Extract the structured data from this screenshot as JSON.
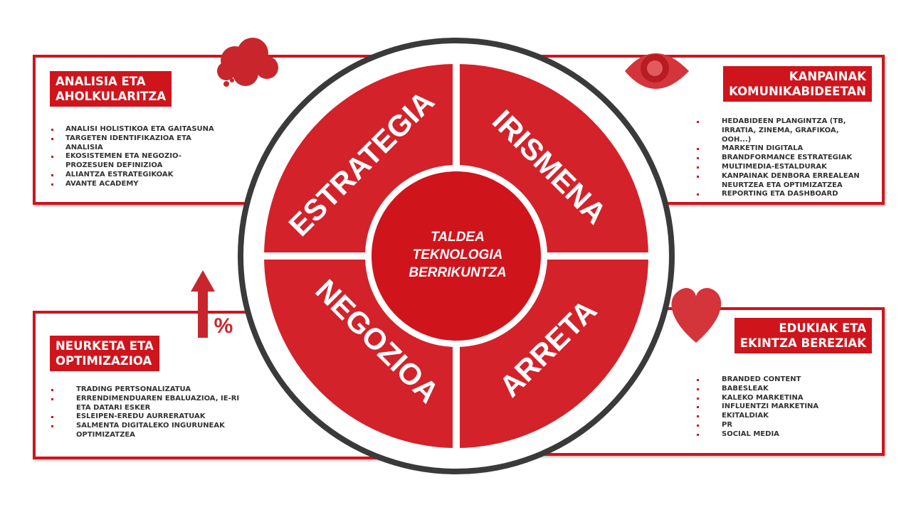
{
  "center": {
    "lines": [
      "TALDEA",
      "TEKNOLOGIA",
      "BERRIKUNTZA"
    ]
  },
  "quadrants": {
    "top_left": "ESTRATEGIA",
    "top_right": "IRISMENA",
    "bottom_left": "NEGOZIOA",
    "bottom_right": "ARRETA"
  },
  "boxes": {
    "top_left": {
      "title": "ANALISIA ETA\nAHOLKULARITZA",
      "icon": "thought-cloud-icon",
      "items": [
        "ANALISI HOLISTIKOA ETA GAITASUNA",
        "TARGETEN IDENTIFIKAZIOA ETA ANALISIA",
        "EKOSISTEMEN ETA NEGOZIO-PROZESUEN DEFINIZIOA",
        "ALIANTZA ESTRATEGIKOAK",
        "AVANTE ACADEMY"
      ]
    },
    "top_right": {
      "title": "KANPAINAK\nKOMUNIKABIDEETAN",
      "icon": "eye-icon",
      "items": [
        "HEDABIDEEN PLANGINTZA (TB, IRRATIA, ZINEMA, GRAFIKOA, OOH...)",
        "MARKETIN DIGITALA",
        "BRANDFORMANCE ESTRATEGIAK",
        "MULTIMEDIA-ESTALDURAK",
        "KANPAINAK DENBORA ERREALEAN NEURTZEA ETA OPTIMIZATZEA",
        "REPORTING ETA DASHBOARD"
      ]
    },
    "bottom_left": {
      "title": "NEURKETA ETA\nOPTIMIZAZIOA",
      "icon": "arrow-up-percent-icon",
      "items": [
        "TRADING PERTSONALIZATUA",
        "ERRENDIMENDUAREN EBALUAZIOA, IE-RI ETA DATARI ESKER",
        "ESLEIPEN-EREDU AURRERATUAK",
        "SALMENTA DIGITALEKO INGURUNEAK OPTIMIZATZEA"
      ]
    },
    "bottom_right": {
      "title": "EDUKIAK ETA\nEKINTZA BEREZIAK",
      "icon": "heart-icon",
      "items": [
        "BRANDED CONTENT",
        "BABESLEAK",
        "KALEKO MARKETINA",
        "INFLUENTZI MARKETINA",
        "EKITALDIAK",
        "PR",
        "SOCIAL MEDIA"
      ]
    }
  },
  "colors": {
    "accent": "#d0141c",
    "ring": "#3a3a3a"
  }
}
